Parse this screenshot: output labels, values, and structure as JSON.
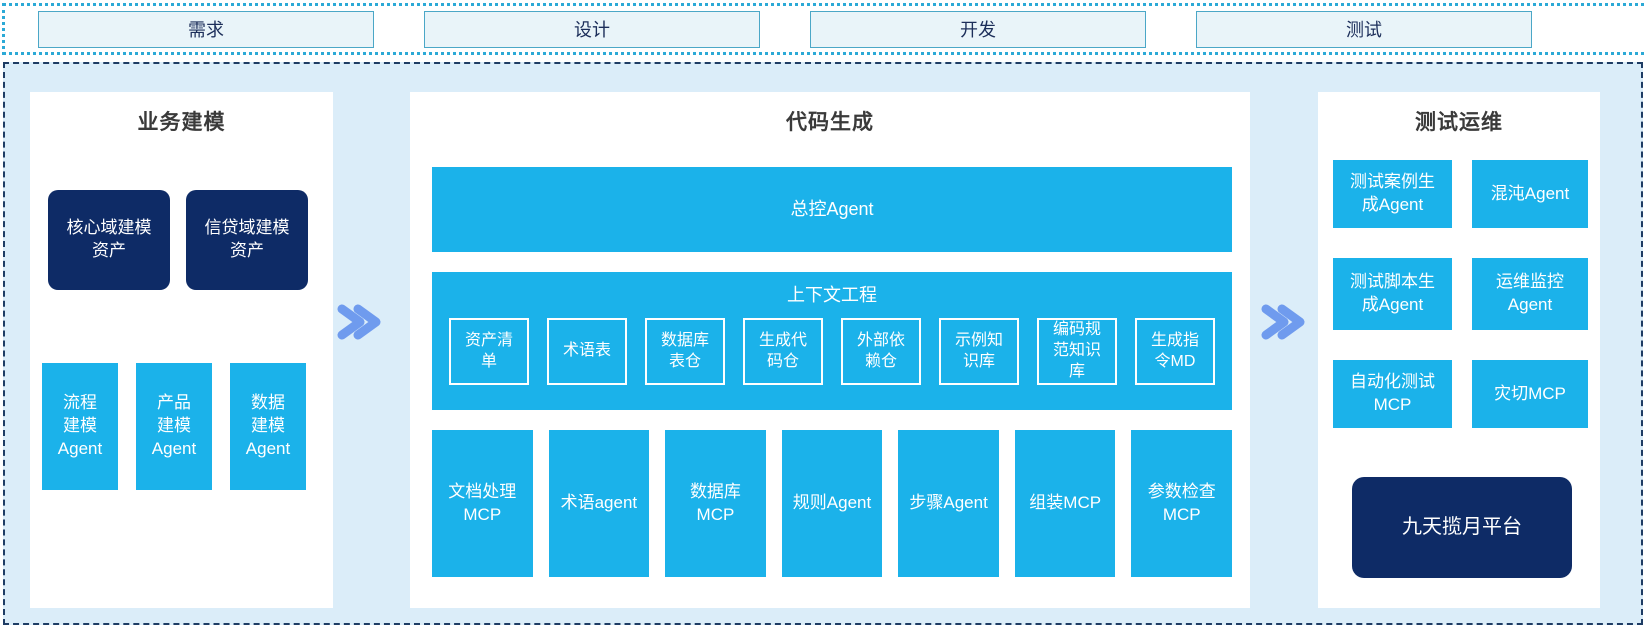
{
  "phase_bar": {
    "items": [
      "需求",
      "设计",
      "开发",
      "测试"
    ]
  },
  "business_modeling": {
    "title": "业务建模",
    "assets": [
      "核心域建模资产",
      "信贷域建模资产"
    ],
    "agents": [
      "流程建模Agent",
      "产品建模Agent",
      "数据建模Agent"
    ]
  },
  "code_generation": {
    "title": "代码生成",
    "master_agent": "总控Agent",
    "context_engineering": {
      "title": "上下文工程",
      "repos": [
        "资产清单",
        "术语表",
        "数据库表仓",
        "生成代码仓",
        "外部依赖仓",
        "示例知识库",
        "编码规范知识库",
        "生成指令MD"
      ]
    },
    "tools": [
      "文档处理MCP",
      "术语agent",
      "数据库MCP",
      "规则Agent",
      "步骤Agent",
      "组装MCP",
      "参数检查MCP"
    ]
  },
  "test_ops": {
    "title": "测试运维",
    "agents": [
      "测试案例生成Agent",
      "混沌Agent",
      "测试脚本生成Agent",
      "运维监控Agent",
      "自动化测试MCP",
      "灾切MCP"
    ],
    "platform": "九天揽月平台"
  },
  "colors": {
    "cyan": "#1BB2EA",
    "navy": "#0E2B66",
    "container_bg": "#DBEDF9",
    "chevron": "#6F9BEE",
    "phase_box_bg": "#E9F4F9",
    "phase_box_border": "#4BA7C7",
    "dashed_border": "#1E3C64",
    "dotted_border": "#2BA9D6",
    "title_text": "#3A3A3A",
    "phase_text": "#1C2E5A"
  }
}
